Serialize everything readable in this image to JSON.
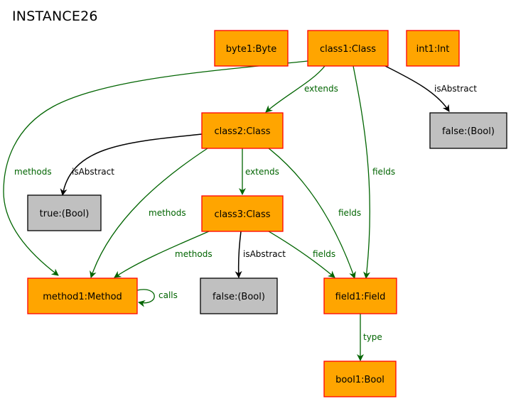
{
  "title": "INSTANCE26",
  "nodes": {
    "byte1": "byte1:Byte",
    "class1": "class1:Class",
    "int1": "int1:Int",
    "class2": "class2:Class",
    "false1": "false:(Bool)",
    "true1": "true:(Bool)",
    "class3": "class3:Class",
    "method1": "method1:Method",
    "false2": "false:(Bool)",
    "field1": "field1:Field",
    "bool1": "bool1:Bool"
  },
  "edges": {
    "c1_extends": "extends",
    "c1_isabstract": "isAbstract",
    "c1_methods": "methods",
    "c1_fields": "fields",
    "c2_isabstract": "isAbstract",
    "c2_extends": "extends",
    "c2_methods": "methods",
    "c2_fields": "fields",
    "c3_methods": "methods",
    "c3_isabstract": "isAbstract",
    "c3_fields": "fields",
    "m1_calls": "calls",
    "f1_type": "type"
  },
  "colors": {
    "class_fill": "#ffa500",
    "class_border": "#ff0000",
    "value_fill": "#c0c0c0",
    "green_edge": "#006400",
    "black_edge": "#000000"
  }
}
